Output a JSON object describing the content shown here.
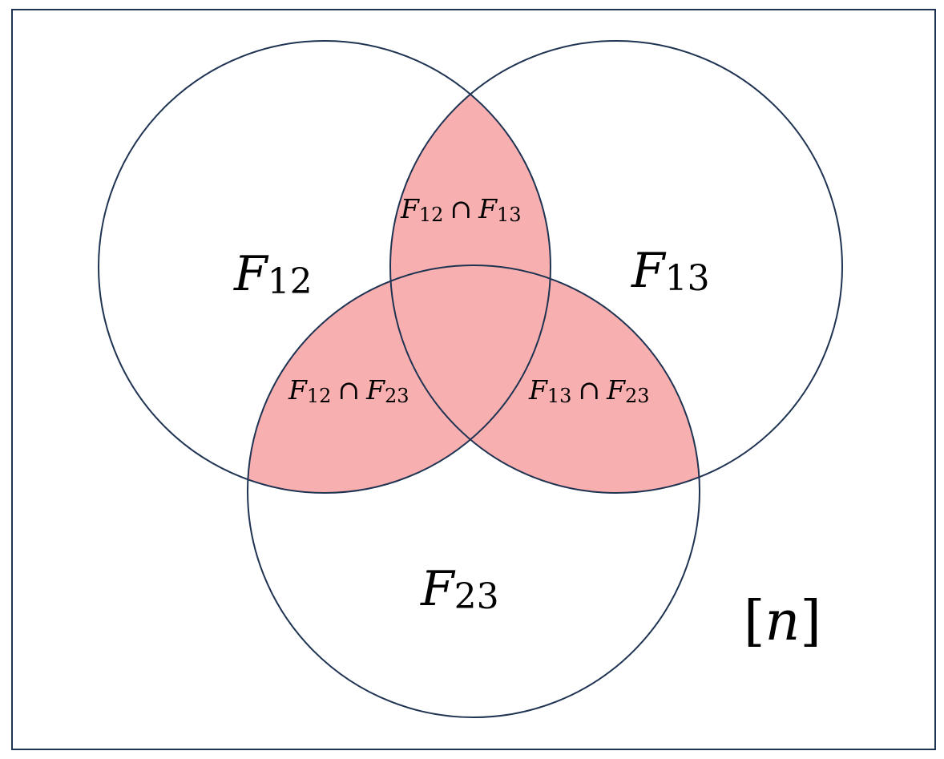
{
  "diagram": {
    "colors": {
      "border": "#1f3352",
      "circle_stroke": "#1f3352",
      "shaded_fill": "#f8afb0",
      "background": "#ffffff",
      "text": "#000000"
    },
    "sets": [
      {
        "base": "F",
        "sub": "12"
      },
      {
        "base": "F",
        "sub": "13"
      },
      {
        "base": "F",
        "sub": "23"
      }
    ],
    "intersections": [
      {
        "a_base": "F",
        "a_sub": "12",
        "op": "∩",
        "b_base": "F",
        "b_sub": "13"
      },
      {
        "a_base": "F",
        "a_sub": "12",
        "op": "∩",
        "b_base": "F",
        "b_sub": "23"
      },
      {
        "a_base": "F",
        "a_sub": "13",
        "op": "∩",
        "b_base": "F",
        "b_sub": "23"
      }
    ],
    "universe": {
      "open": "[",
      "var": "n",
      "close": "]"
    }
  }
}
